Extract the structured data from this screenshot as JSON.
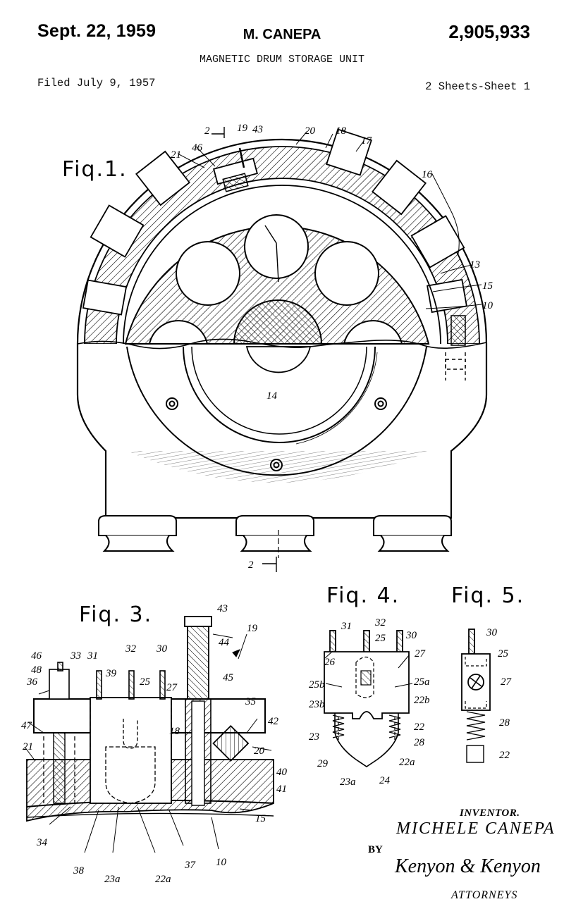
{
  "header": {
    "date": "Sept. 22, 1959",
    "inventor": "M. CANEPA",
    "patent_number": "2,905,933",
    "title": "MAGNETIC DRUM STORAGE UNIT",
    "filed": "Filed July 9, 1957",
    "sheet": "2 Sheets-Sheet 1"
  },
  "figures": {
    "fig1": "Fiq.1.",
    "fig3": "Fiq. 3.",
    "fig4": "Fiq. 4.",
    "fig5": "Fiq. 5."
  },
  "fig1_refs": [
    "2",
    "19",
    "43",
    "20",
    "18",
    "17",
    "16",
    "21",
    "46",
    "13",
    "15",
    "10",
    "14",
    "2"
  ],
  "fig3_refs": [
    "43",
    "44",
    "19",
    "46",
    "48",
    "33",
    "31",
    "39",
    "32",
    "25",
    "30",
    "45",
    "35",
    "36",
    "27",
    "47",
    "42",
    "18",
    "21",
    "20",
    "40",
    "41",
    "15",
    "34",
    "38",
    "23a",
    "22a",
    "37",
    "10"
  ],
  "fig4_refs": [
    "31",
    "32",
    "30",
    "25",
    "26",
    "27",
    "25b",
    "25a",
    "23b",
    "22b",
    "23",
    "22",
    "28",
    "29",
    "22a",
    "23a",
    "24"
  ],
  "fig5_refs": [
    "30",
    "25",
    "27",
    "28",
    "22"
  ],
  "signature": {
    "inventor_label": "INVENTOR.",
    "inventor_name": "MICHELE CANEPA",
    "by": "BY",
    "attorney_signature": "Kenyon & Kenyon",
    "attorneys_label": "ATTORNEYS"
  }
}
